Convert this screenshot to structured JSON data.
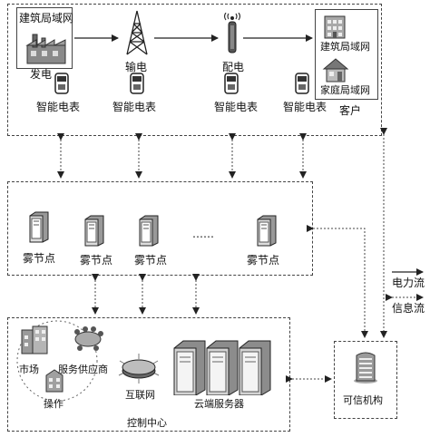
{
  "top": {
    "generation_label": "发电",
    "generation_box_label": "建筑局域网",
    "transmission_label": "输电",
    "distribution_label": "配电",
    "customer_label": "客户",
    "customer_building_lan": "建筑局域网",
    "customer_home_lan": "家庭局域网",
    "smart_meters": [
      "智能电表",
      "智能电表",
      "智能电表",
      "智能电表"
    ]
  },
  "fog": {
    "nodes": [
      "雾节点",
      "雾节点",
      "雾节点",
      "雾节点"
    ],
    "ellipsis": "……"
  },
  "legend": {
    "power_flow": "电力流",
    "info_flow": "信息流"
  },
  "control": {
    "market": "市场",
    "service_provider": "服务供应商",
    "operation": "操作",
    "internet": "互联网",
    "cloud_servers": "云端服务器",
    "title": "控制中心"
  },
  "trusted": {
    "label": "可信机构"
  }
}
